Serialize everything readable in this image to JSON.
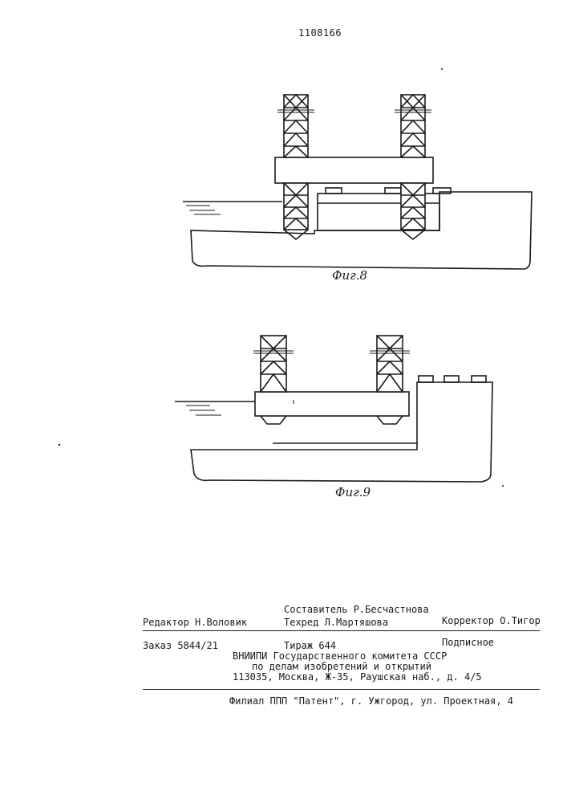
{
  "document": {
    "number": "1108166"
  },
  "figures": [
    {
      "caption": "Фиг.8"
    },
    {
      "caption": "Фиг.9"
    }
  ],
  "footer": {
    "compiler": "Составитель Р.Бесчастнова",
    "editor": "Редактор Н.Воловик",
    "techred": "Техред Л.Мартяшова",
    "proofreader": "Корректор О.Тигор",
    "order": "Заказ 5844/21",
    "circulation": "Тираж 644",
    "subscription": "Подписное",
    "org_line1": "ВНИИПИ Государственного комитета СССР",
    "org_line2": "по делам изобретений и открытий",
    "org_address": "113035, Москва, Ж-35, Раушская наб., д. 4/5",
    "branch": "Филиал ППП \"Патент\", г. Ужгород, ул. Проектная, 4"
  },
  "colors": {
    "ink": "#1a1a1a",
    "paper": "#ffffff"
  }
}
